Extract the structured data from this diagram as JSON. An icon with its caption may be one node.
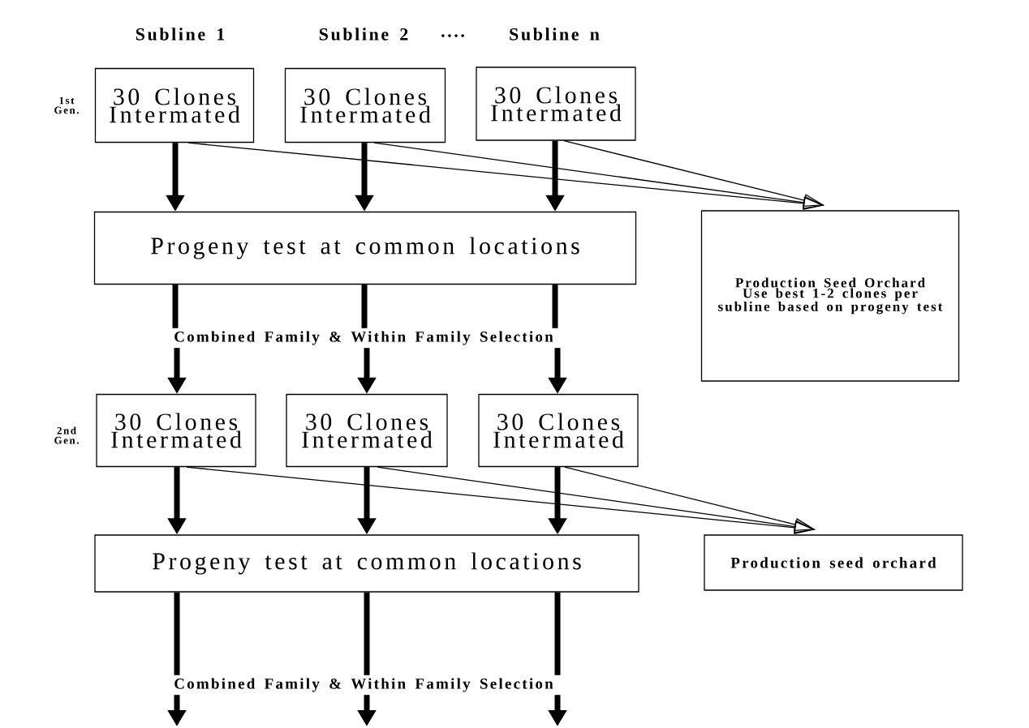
{
  "diagram": {
    "nodes": [
      {
        "text": [
          "30 Clones Intermated"
        ]
      },
      {
        "text": [
          "30 Clones Intermated"
        ]
      },
      {
        "text": [
          "30 Clones Intermated"
        ]
      },
      {
        "text": [
          "Progeny test at common locations"
        ]
      },
      {
        "text": [
          "Production Seed Orchard Use best 1-2 clones per subline based on progeny test"
        ]
      },
      {
        "text": [
          "Combined Family & Within Family Selection"
        ]
      },
      {
        "text": [
          "30 Clones Intermated"
        ]
      },
      {
        "text": [
          "30 Clones Intermated"
        ]
      },
      {
        "text": [
          "30 Clones Intermated"
        ]
      },
      {
        "text": [
          "Progeny test at common locations"
        ]
      },
      {
        "text": [
          "Production seed orchard"
        ]
      },
      {
        "text": [
          "Combined Family & Within Family Selection"
        ]
      }
    ],
    "edges": [
      {
        "from": 0,
        "to": 3,
        "arrow": "to"
      },
      {
        "from": 1,
        "to": 3,
        "arrow": "to"
      },
      {
        "from": 2,
        "to": 3,
        "arrow": "to"
      },
      {
        "from": 0,
        "to": 4,
        "arrow": "to"
      },
      {
        "from": 1,
        "to": 4,
        "arrow": "to"
      },
      {
        "from": 2,
        "to": 4,
        "arrow": "to"
      },
      {
        "from": 3,
        "to": 5,
        "arrow": "none"
      },
      {
        "from": 3,
        "to": 5,
        "arrow": "none"
      },
      {
        "from": 3,
        "to": 5,
        "arrow": "none"
      },
      {
        "from": 5,
        "to": 6,
        "arrow": "to"
      },
      {
        "from": 5,
        "to": 7,
        "arrow": "to"
      },
      {
        "from": 5,
        "to": 8,
        "arrow": "to"
      },
      {
        "from": 6,
        "to": 9,
        "arrow": "to"
      },
      {
        "from": 7,
        "to": 9,
        "arrow": "to"
      },
      {
        "from": 8,
        "to": 9,
        "arrow": "to"
      },
      {
        "from": 6,
        "to": 10,
        "arrow": "to"
      },
      {
        "from": 7,
        "to": 10,
        "arrow": "to"
      },
      {
        "from": 8,
        "to": 10,
        "arrow": "to"
      },
      {
        "from": 9,
        "to": 11,
        "arrow": "none"
      },
      {
        "from": 9,
        "to": 11,
        "arrow": "none"
      },
      {
        "from": 9,
        "to": 11,
        "arrow": "none"
      },
      {
        "from": 11,
        "to": null,
        "arrow": "to"
      },
      {
        "from": 11,
        "to": null,
        "arrow": "to"
      },
      {
        "from": 11,
        "to": null,
        "arrow": "to"
      }
    ],
    "labels": [
      "Subline 1",
      "Subline 2",
      "....",
      "Subline n",
      "1st Gen.",
      "2nd Gen."
    ]
  }
}
